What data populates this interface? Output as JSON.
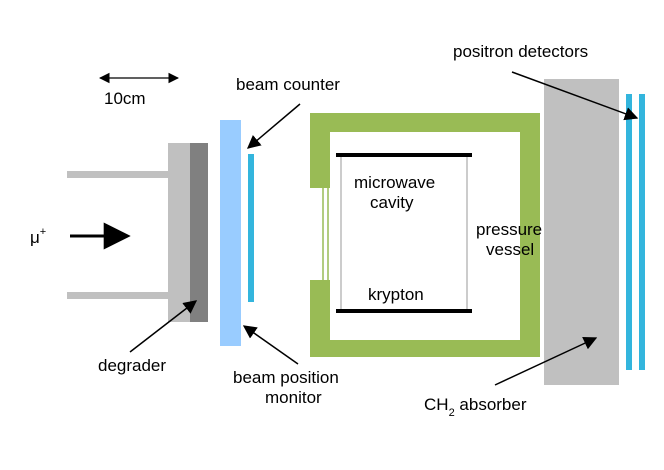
{
  "labels": {
    "scale": "10cm",
    "muon": "μ",
    "muon_sup": "+",
    "degrader": "degrader",
    "beam_counter": "beam counter",
    "beam_position_monitor_line1": "beam position",
    "beam_position_monitor_line2": "monitor",
    "microwave_cavity_line1": "microwave",
    "microwave_cavity_line2": "cavity",
    "krypton": "krypton",
    "pressure_vessel_line1": "pressure",
    "pressure_vessel_line2": "vessel",
    "positron_detectors": "positron detectors",
    "absorber_prefix": "CH",
    "absorber_sub": "2",
    "absorber_suffix": " absorber"
  },
  "colors": {
    "beam_pipe": "#c0c0c0",
    "degrader_dark": "#808080",
    "monitor_blue": "#99ccff",
    "counter_cyan": "#33b5dd",
    "vessel_green": "#99bb55",
    "absorber_gray": "#c0c0c0",
    "line_black": "#000000"
  }
}
